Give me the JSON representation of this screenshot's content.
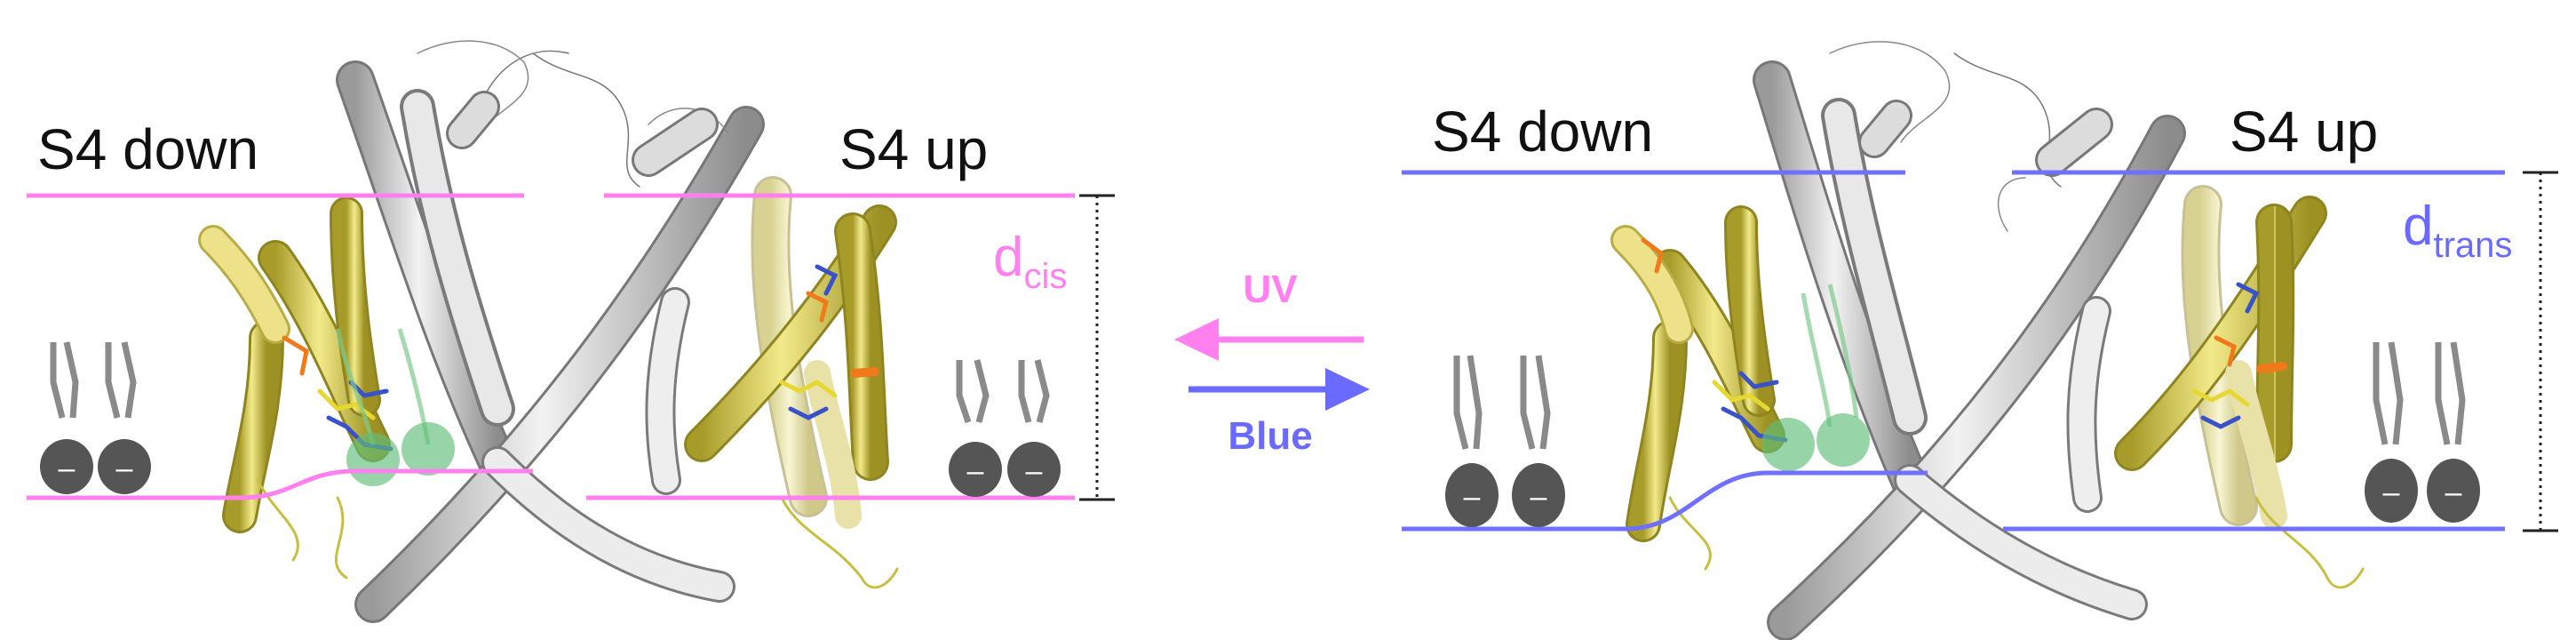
{
  "panels": {
    "cis": {
      "s4_down": "S4 down",
      "s4_up": "S4 up",
      "distance_label": "d",
      "distance_sub": "cis",
      "membrane_color": "#ff80ee"
    },
    "trans": {
      "s4_down": "S4 down",
      "s4_up": "S4 up",
      "distance_label": "d",
      "distance_sub": "trans",
      "membrane_color": "#7070ff"
    }
  },
  "switch": {
    "forward_label": "UV",
    "forward_color": "#ff80ee",
    "backward_label": "Blue",
    "backward_color": "#6a6aff"
  },
  "lipid_sign": "–",
  "colors": {
    "protein_gray": "#d9d9d9",
    "helix_yellow": "#e6dc6a",
    "helix_light": "#f3efb0",
    "lipid_head": "#555555",
    "charge_green": "#5fbf7a",
    "orange": "#f07a1a"
  }
}
